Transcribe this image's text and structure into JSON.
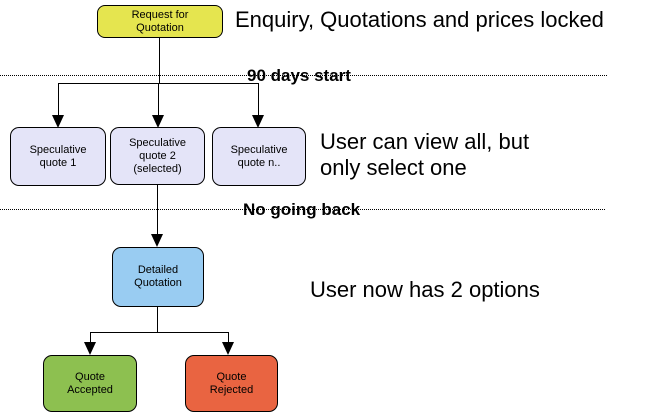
{
  "nodes": {
    "request_for_quotation": {
      "label": "Request for\nQuotation",
      "color": "#E5E54F"
    },
    "speculative_quote_1": {
      "label": "Speculative\nquote 1",
      "color": "#E4E4F8"
    },
    "speculative_quote_2": {
      "label": "Speculative\nquote 2\n(selected)",
      "color": "#E4E4F8"
    },
    "speculative_quote_n": {
      "label": "Speculative\nquote n..",
      "color": "#E4E4F8"
    },
    "detailed_quotation": {
      "label": "Detailed\nQuotation",
      "color": "#99CCF2"
    },
    "quote_accepted": {
      "label": "Quote\nAccepted",
      "color": "#8DC050"
    },
    "quote_rejected": {
      "label": "Quote\nRejected",
      "color": "#E96441"
    }
  },
  "milestones": {
    "days_start": "90 days start",
    "no_going_back": "No going back"
  },
  "annotations": {
    "enquiry": "Enquiry, Quotations and prices locked",
    "view_all": "User can view all, but\nonly select one",
    "two_options": "User now has 2 options"
  },
  "colors": {
    "connector": "#000000",
    "node_border": "#000000",
    "background": "#FFFFFF"
  }
}
